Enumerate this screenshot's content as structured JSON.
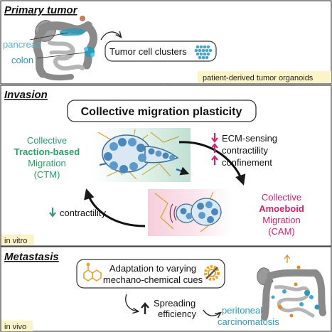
{
  "panels": {
    "primary": {
      "title": "Primary tumor",
      "labels": {
        "pancreas": "pancreas",
        "colon": "colon"
      },
      "clusters_label": "Tumor cell clusters",
      "badge": "patient-derived tumor organoids"
    },
    "invasion": {
      "title": "Invasion",
      "heading": "Collective migration plasticity",
      "ctm": {
        "line1": "Collective",
        "line2": "Traction-based",
        "line3": "Migration",
        "line4": "(CTM)"
      },
      "cam": {
        "line1": "Collective",
        "line2": "Amoeboid",
        "line3": "Migration",
        "line4": "(CAM)"
      },
      "changes": [
        {
          "dir": "down",
          "text": "ECM-sensing"
        },
        {
          "dir": "up",
          "text": "contractility"
        },
        {
          "dir": "up",
          "text": "confinement"
        }
      ],
      "reverse": {
        "dir": "down",
        "text": "contractility"
      },
      "badge": "in vitro"
    },
    "metastasis": {
      "title": "Metastasis",
      "box_line1": "Adaptation to varying",
      "box_line2": "mechano-chemical cues",
      "spreading_line1": "Spreading",
      "spreading_line2": "efficiency",
      "spreading_dir": "up",
      "perit_line1": "peritoneal",
      "perit_line2": "carcinomatosis",
      "badge": "in vivo"
    }
  },
  "colors": {
    "ctm_green": "#2a9d6b",
    "cam_magenta": "#d4206f",
    "teal": "#2a9ab8",
    "badge_bg": "#fcf4c8",
    "arrow_dark": "#333333"
  }
}
